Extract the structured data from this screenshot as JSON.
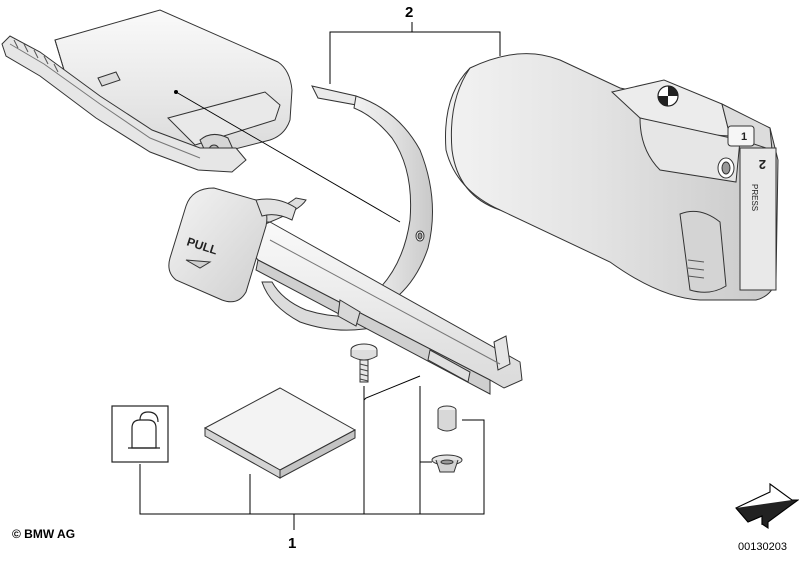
{
  "callouts": {
    "one": "1",
    "two": "2"
  },
  "parts_text": {
    "pull": "PULL",
    "press": "PRESS",
    "num_one": "1",
    "num_two": "2"
  },
  "footer": {
    "copyright": "© BMW AG",
    "doc_number": "00130203"
  },
  "icons": [
    "care-instruction-icon",
    "next-arrow-icon",
    "bmw-roundel-icon"
  ]
}
